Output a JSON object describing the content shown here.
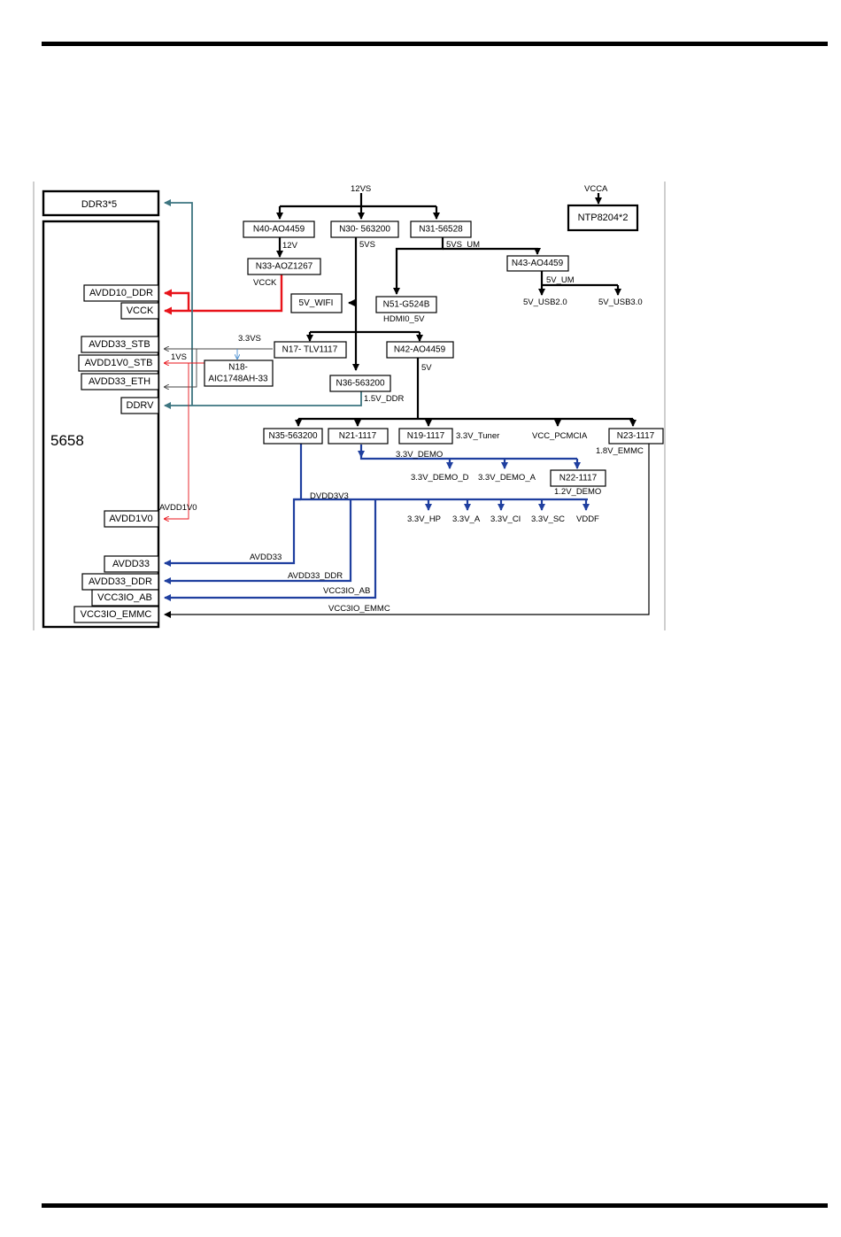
{
  "diagram": {
    "chip_label": "5658",
    "ddr_label": "DDR3*5",
    "ntp_label": "NTP8204*2",
    "pins": {
      "avdd10_ddr": "AVDD10_DDR",
      "vcck": "VCCK",
      "avdd33_stb": "AVDD33_STB",
      "avdd1v0_stb": "AVDD1V0_STB",
      "avdd33_eth": "AVDD33_ETH",
      "ddrv": "DDRV",
      "avdd1v0": "AVDD1V0",
      "avdd33": "AVDD33",
      "avdd33_ddr": "AVDD33_DDR",
      "vcc3io_ab": "VCC3IO_AB",
      "vcc3io_emmc": "VCC3IO_EMMC"
    },
    "boxes": {
      "n40": "N40-AO4459",
      "n30": "N30- 563200",
      "n31": "N31-56528",
      "n33": "N33-AOZ1267",
      "n43": "N43-AO4459",
      "wifi": "5V_WIFI",
      "n51": "N51-G524B",
      "n17": "N17- TLV1117",
      "n42": "N42-AO4459",
      "n18_line1": "N18-",
      "n18_line2": "AIC1748AH-33",
      "n36": "N36-563200",
      "n35": "N35-563200",
      "n21": "N21-1117",
      "n19": "N19-1117",
      "n23": "N23-1117",
      "n22": "N22-1117"
    },
    "labels": {
      "v12vs": "12VS",
      "vcca": "VCCA",
      "v12v": "12V",
      "v5vs": "5VS",
      "v5vs_um": "5VS_UM",
      "vcck": "VCCK",
      "v5v_um": "5V_UM",
      "usb2": "5V_USB2.0",
      "usb3": "5V_USB3.0",
      "hdmi": "HDMI0_5V",
      "v33vs": "3.3VS",
      "v1vs": "1VS",
      "v5v": "5V",
      "ddr15": "1.5V_DDR",
      "tuner": "3.3V_Tuner",
      "pcmcia": "VCC_PCMCIA",
      "emmc18": "1.8V_EMMC",
      "demo": "3.3V_DEMO",
      "demo_d": "3.3V_DEMO_D",
      "demo_a": "3.3V_DEMO_A",
      "demo12": "1.2V_DEMO",
      "avdd1v0": "AVDD1V0",
      "dvdd3v3": "DVDD3V3",
      "hp": "3.3V_HP",
      "a": "3.3V_A",
      "ci": "3.3V_CI",
      "sc": "3.3V_SC",
      "vddf": "VDDF",
      "avdd33": "AVDD33",
      "avdd33_ddr": "AVDD33_DDR",
      "vcc3io_ab": "VCC3IO_AB",
      "vcc3io_emmc": "VCC3IO_EMMC"
    },
    "colors": {
      "main_rail": "#000000",
      "blue_rail": "#1f3f9f",
      "red_rail": "#e8131a",
      "teal_rail": "#3d7580",
      "light_blue": "#4a8fd0"
    }
  }
}
